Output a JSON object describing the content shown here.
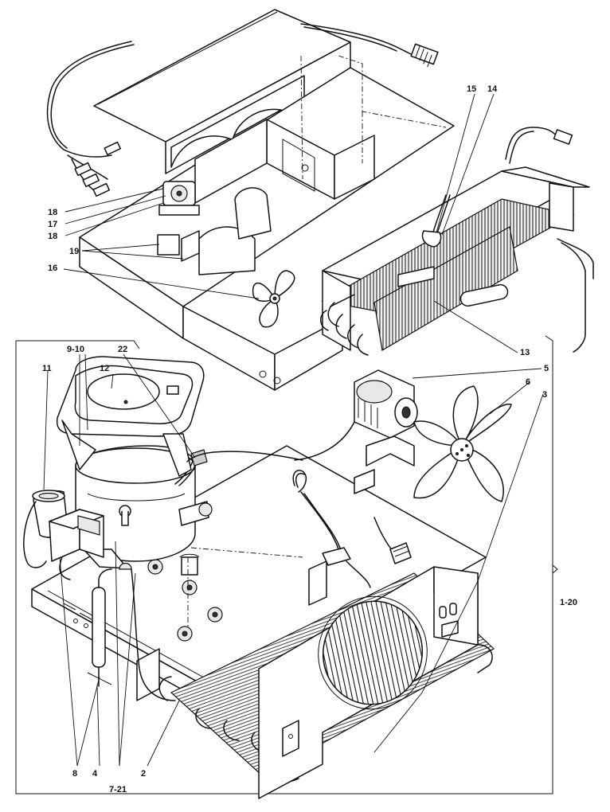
{
  "callouts": {
    "c1": "18",
    "c2": "17",
    "c3": "18",
    "c4": "19",
    "c5": "16",
    "c6": "15",
    "c7": "14",
    "c8": "13",
    "c9": "9-10",
    "c10": "22",
    "c11": "11",
    "c12": "12",
    "c13": "5",
    "c14": "6",
    "c15": "3",
    "c16": "1-20",
    "c17": "8",
    "c18": "4",
    "c19": "7-21",
    "c20": "2"
  }
}
